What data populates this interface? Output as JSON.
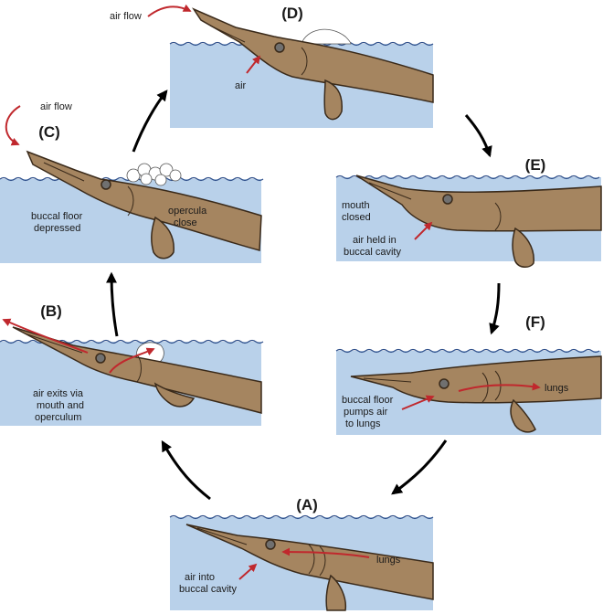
{
  "colors": {
    "water": "#b9d1ea",
    "water_line": "#2f4f8a",
    "fish_body": "#a58560",
    "fish_outline": "#3a2a1a",
    "eye": "#707070",
    "bubble": "#ffffff",
    "red_arrow": "#c0282d",
    "cycle_arrow": "#000000"
  },
  "panels": {
    "A": {
      "label": "(A)",
      "text": [
        "air into",
        "buccal cavity"
      ],
      "lungs": "lungs"
    },
    "B": {
      "label": "(B)",
      "text": [
        "air exits via",
        "mouth and",
        "operculum"
      ]
    },
    "C": {
      "label": "(C)",
      "air_flow": "air flow",
      "left": [
        "buccal floor",
        "depressed"
      ],
      "right": [
        "opercula",
        "close"
      ]
    },
    "D": {
      "label": "(D)",
      "air_flow": "air flow",
      "air": "air"
    },
    "E": {
      "label": "(E)",
      "mouth": [
        "mouth",
        "closed"
      ],
      "held": [
        "air held in",
        "buccal cavity"
      ]
    },
    "F": {
      "label": "(F)",
      "text": [
        "buccal floor",
        "pumps air",
        "to lungs"
      ],
      "lungs": "lungs"
    }
  }
}
